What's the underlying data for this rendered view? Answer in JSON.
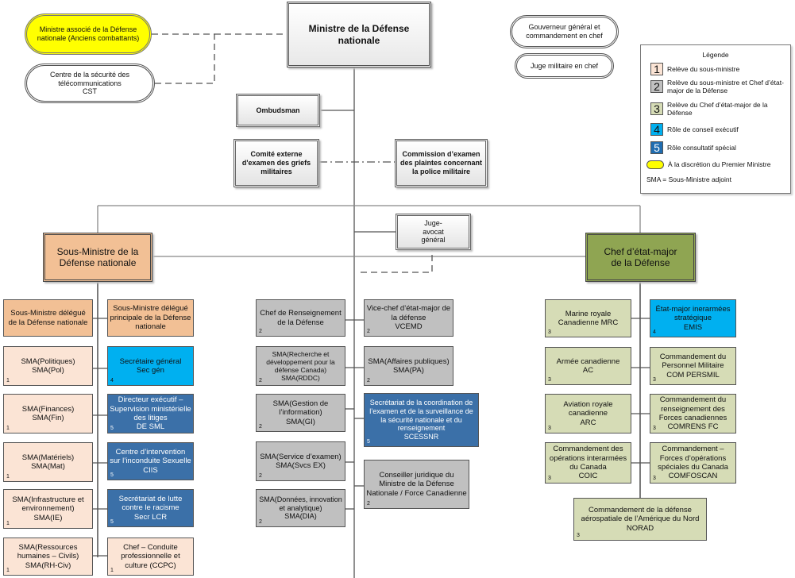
{
  "top": {
    "minister": "Ministre de la Défense nationale",
    "assoc_minister": "Ministre associé de la Défense nationale (Anciens combattants)",
    "cst": "Centre de la sécurité des télécommunications\nCST",
    "gov_general": "Gouverneur général et commandement en chef",
    "chief_mil_judge": "Juge militaire en chef",
    "ombudsman": "Ombudsman",
    "grievance_committee": "Comité externe d'examen des griefs militaires",
    "police_commission": "Commission d’examen des plaintes concernant la police militaire",
    "jag": "Juge-avocat général",
    "deputy_minister": "Sous-Ministre de la Défense nationale",
    "cds": "Chef d’état-major de la Défense"
  },
  "legend": {
    "title": "Légende",
    "items": [
      {
        "num": "1",
        "label": "Relève du sous-ministre",
        "color": "#fbe4d5"
      },
      {
        "num": "2",
        "label": "Relève du sous-ministre et Chef d’état-major de la Défense",
        "color": "#c0c0c0"
      },
      {
        "num": "3",
        "label": "Relève du Chef d’état-major de la Défense",
        "color": "#d6dcb6"
      },
      {
        "num": "4",
        "label": "Rôle de conseil exécutif",
        "color": "#00b0f0"
      },
      {
        "num": "5",
        "label": "Rôle consultatif spécial",
        "color": "#1f6cb0"
      },
      {
        "num": "",
        "label": "À la discrétion du Premier Ministre",
        "color": "#ffff00"
      }
    ],
    "note": "SMA = Sous-Ministre adjoint"
  },
  "left_col": [
    {
      "label": "Sous-Ministre délégué de la Défense nationale",
      "num": ""
    },
    {
      "label": "SMA(Politiques)\nSMA(Pol)",
      "num": "1"
    },
    {
      "label": "SMA(Finances)\nSMA(Fin)",
      "num": "1"
    },
    {
      "label": "SMA(Matériels)\nSMA(Mat)",
      "num": "1"
    },
    {
      "label": "SMA(Infrastructure et environnement)\nSMA(IE)",
      "num": "1"
    },
    {
      "label": "SMA(Ressources humaines – Civils)\nSMA(RH-Civ)",
      "num": "1"
    }
  ],
  "left_col2": [
    {
      "label": "Sous-Ministre délégué principale de la Défense nationale",
      "num": ""
    },
    {
      "label": "Secrétaire général\nSec gén",
      "num": "4"
    },
    {
      "label": "Directeur exécutif – Supervision ministérielle des litiges\nDE SML",
      "num": "5"
    },
    {
      "label": "Centre d’intervention sur l’inconduite Sexuelle\nCIIS",
      "num": "5"
    },
    {
      "label": "Secrétariat de lutte contre le racisme\nSecr LCR",
      "num": "5"
    },
    {
      "label": "Chef – Conduite professionnelle et culture (CCPC)",
      "num": "1"
    }
  ],
  "mid_col": [
    {
      "label": "Chef de Renseignement de la Défense",
      "num": "2"
    },
    {
      "label": "SMA(Recherche et développement pour la défense Canada)\nSMA(RDDC)",
      "num": "2"
    },
    {
      "label": "SMA(Gestion de l’information)\nSMA(GI)",
      "num": "2"
    },
    {
      "label": "SMA(Service d’examen)\nSMA(Svcs EX)",
      "num": "2"
    },
    {
      "label": "SMA(Données, innovation et analytique)\nSMA(DIA)",
      "num": "2"
    }
  ],
  "mid_col2": [
    {
      "label": "Vice-chef d’état-major de la défense\nVCEMD",
      "num": "2"
    },
    {
      "label": "SMA(Affaires publiques)\nSMA(PA)",
      "num": "2"
    },
    {
      "label": "Secrétariat de la coordination de l’examen et de la surveillance de la sécurité nationale et du renseignement\nSCESSNR",
      "num": "5"
    },
    {
      "label": "Conseiller juridique du Ministre de la Défense Nationale / Force Canadienne",
      "num": "2"
    }
  ],
  "right_col": [
    {
      "label": "Marine royale Canadienne MRC",
      "num": "3"
    },
    {
      "label": "Armée canadienne\nAC",
      "num": "3"
    },
    {
      "label": "Aviation royale canadienne\nARC",
      "num": "3"
    },
    {
      "label": "Commandement des opérations interarmées du Canada\nCOIC",
      "num": "3"
    }
  ],
  "right_col2": [
    {
      "label": "État-major inerarmées stratégique\nEMIS",
      "num": "4"
    },
    {
      "label": "Commandement du Personnel Militaire\nCOM PERSMIL",
      "num": "3"
    },
    {
      "label": "Commandement du renseignement des Forces canadiennes\nCOMRENS FC",
      "num": "3"
    },
    {
      "label": "Commandement – Forces d’opérations spéciales du Canada\nCOMFOSCAN",
      "num": "3"
    }
  ],
  "norad": {
    "label": "Commandement de la défense aérospatiale de l’Amérique du Nord\nNORAD",
    "num": "3"
  }
}
